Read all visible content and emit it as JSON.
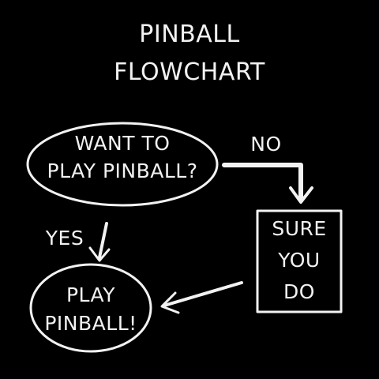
{
  "title": {
    "line1": "PINBALL",
    "line2": "FLOWCHART"
  },
  "nodes": {
    "question": {
      "line1": "WANT TO",
      "line2": "PLAY PINBALL?"
    },
    "sure": {
      "line1": "SURE",
      "line2": "YOU",
      "line3": "DO"
    },
    "play": {
      "line1": "PLAY",
      "line2": "PINBALL!"
    }
  },
  "edges": {
    "no_label": "NO",
    "yes_label": "YES"
  },
  "colors": {
    "background": "#000000",
    "chalk": "#f2f2f2"
  }
}
